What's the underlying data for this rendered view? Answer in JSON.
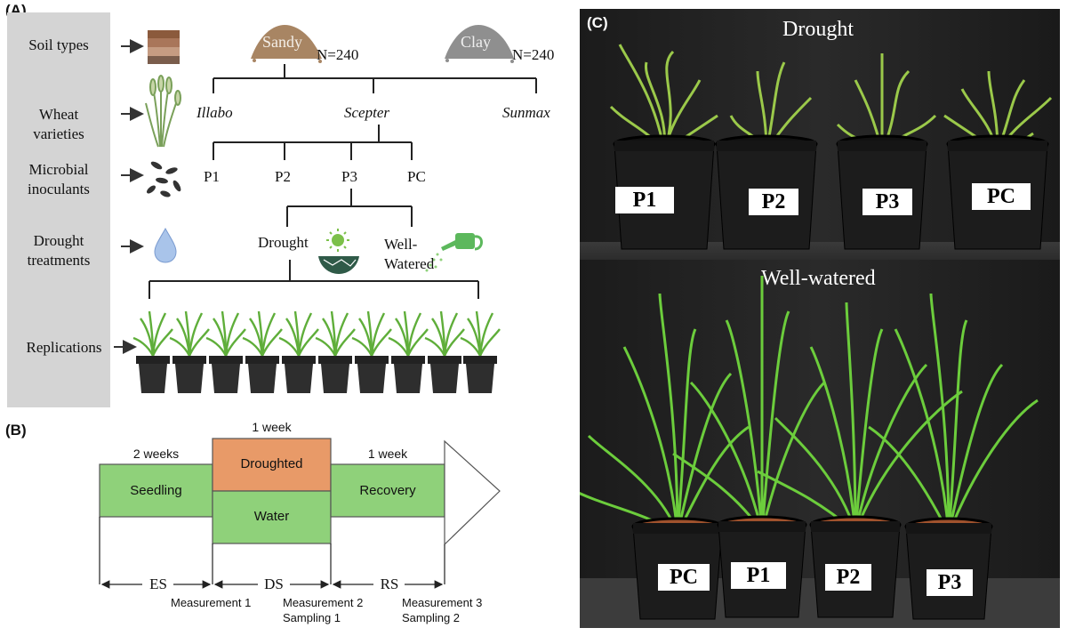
{
  "panelA": {
    "label": "(A)",
    "rows": {
      "soil": "Soil types",
      "wheat_1": "Wheat",
      "wheat_2": "varieties",
      "microbial_1": "Microbial",
      "microbial_2": "inoculants",
      "drought_1": "Drought",
      "drought_2": "treatments",
      "replications": "Replications"
    },
    "soils": [
      {
        "name": "Sandy",
        "n": "N=240",
        "color": "#a88563"
      },
      {
        "name": "Clay",
        "n": "N=240",
        "color": "#8f8f8f"
      }
    ],
    "varieties": [
      "Illabo",
      "Scepter",
      "Sunmax"
    ],
    "inoculants": [
      "P1",
      "P2",
      "P3",
      "PC"
    ],
    "treatments": {
      "drought": "Drought",
      "well_1": "Well-",
      "well_2": "Watered"
    }
  },
  "panelB": {
    "label": "(B)",
    "phases": {
      "seedling": "Seedling",
      "droughted": "Droughted",
      "water": "Water",
      "recovery": "Recovery"
    },
    "durations": {
      "seedling": "2 weeks",
      "drought": "1 week",
      "recovery": "1 week"
    },
    "stages": [
      "ES",
      "DS",
      "RS"
    ],
    "measurements": {
      "m1": "Measurement 1",
      "m2": "Measurement 2",
      "s1": "Sampling 1",
      "m3": "Measurement 3",
      "s2": "Sampling 2"
    },
    "colors": {
      "green": "#8fd17a",
      "orange": "#e89a68"
    }
  },
  "panelC": {
    "label": "(C)",
    "drought_title": "Drought",
    "watered_title": "Well-watered",
    "drought_pots": [
      "P1",
      "P2",
      "P3",
      "PC"
    ],
    "watered_pots": [
      "PC",
      "P1",
      "P2",
      "P3"
    ]
  }
}
